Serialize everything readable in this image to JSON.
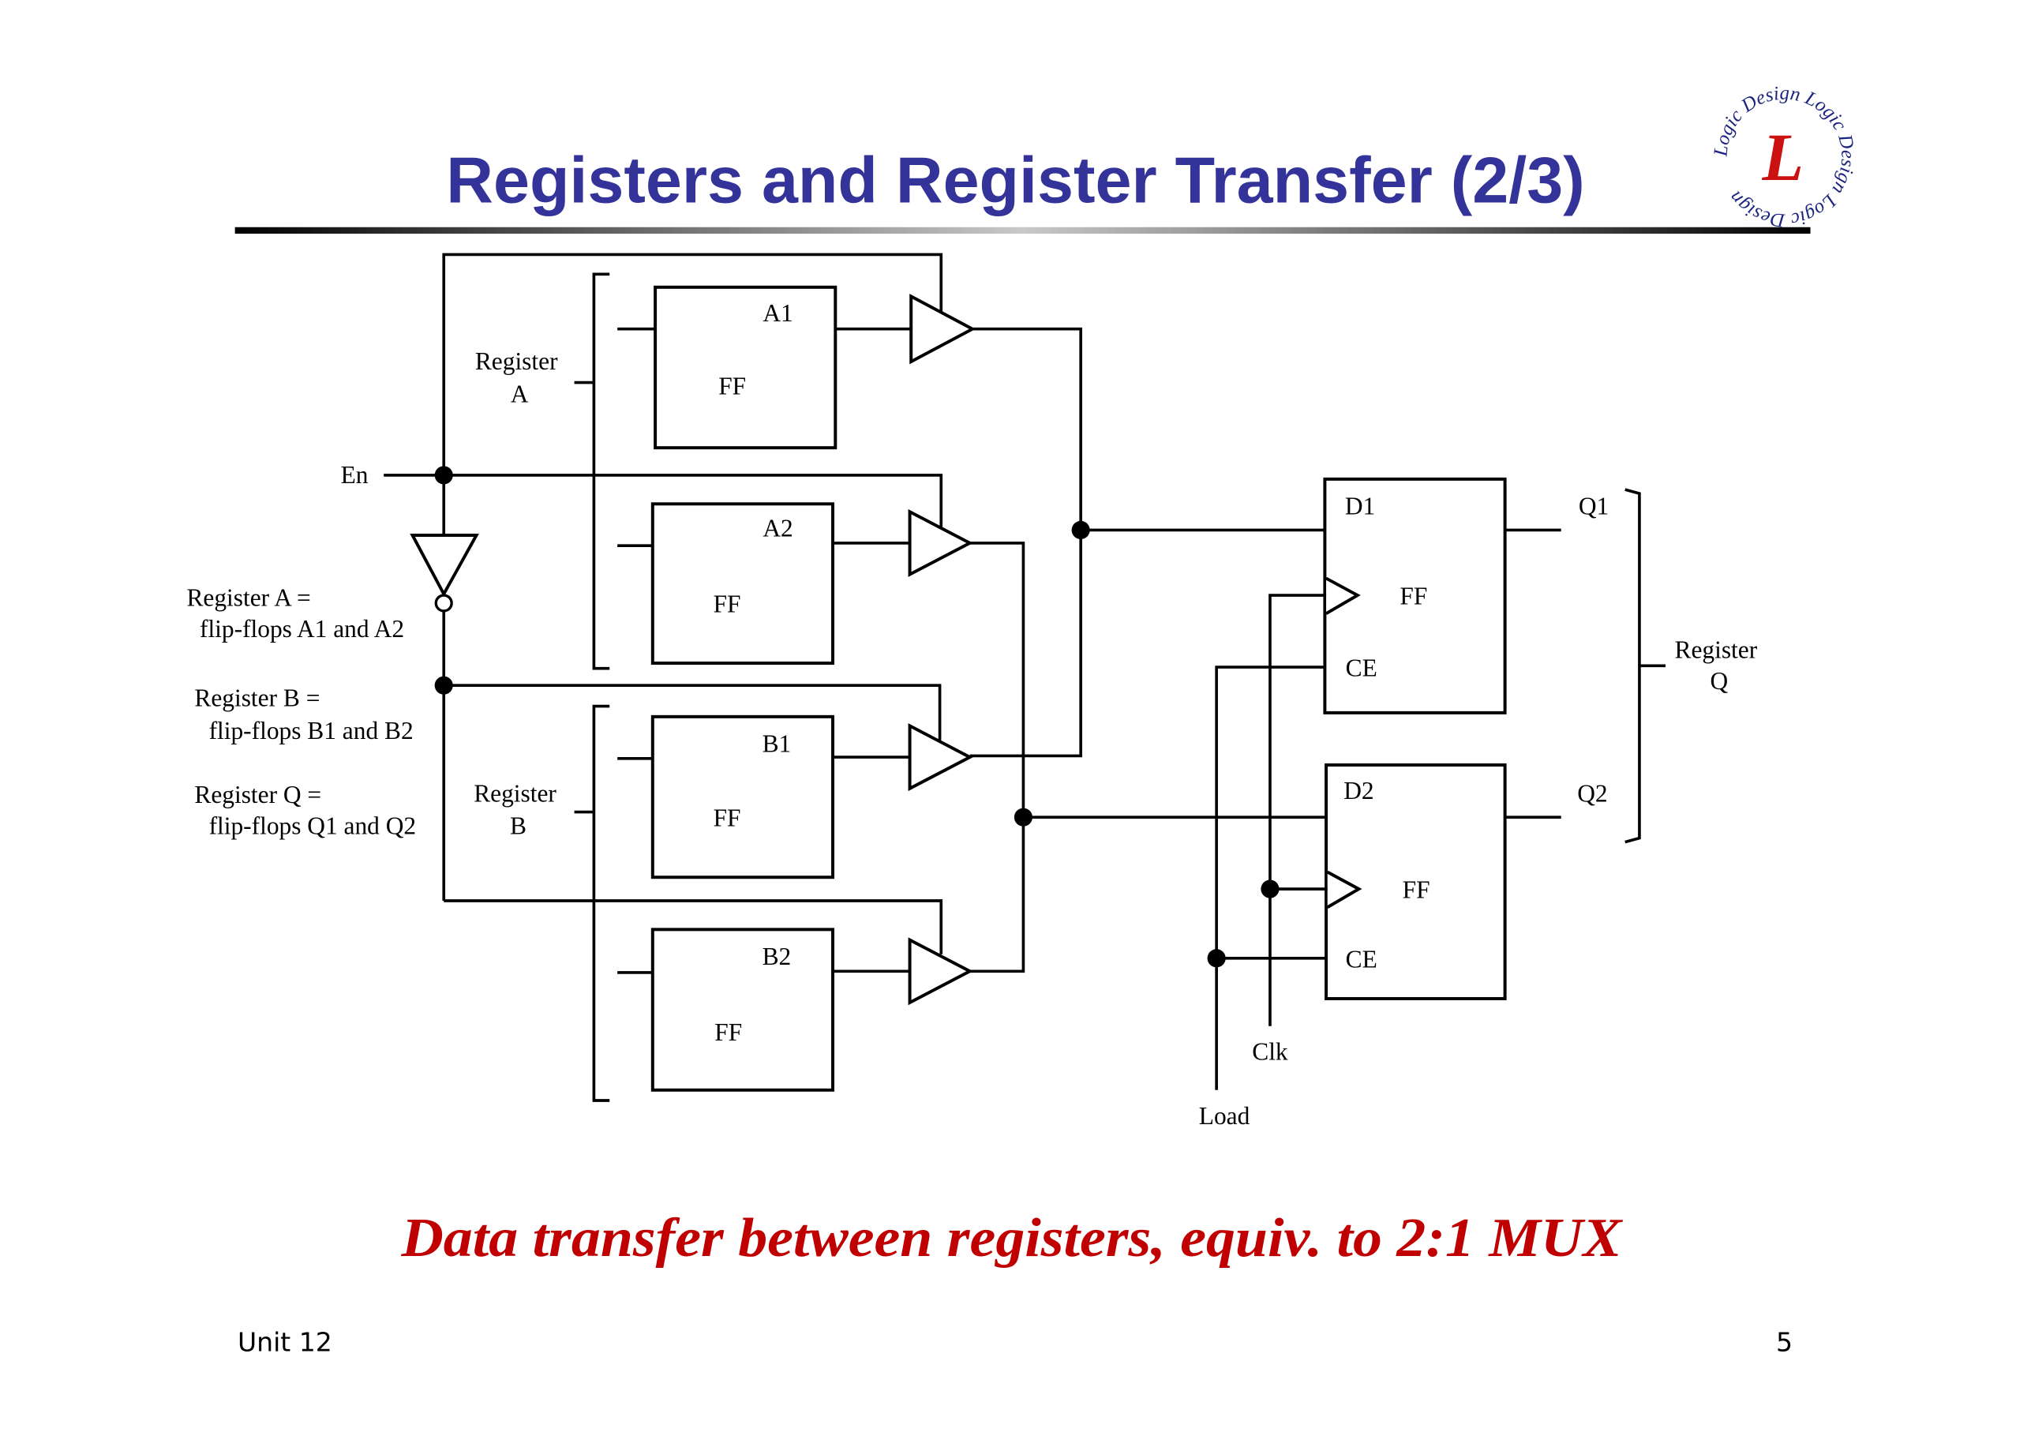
{
  "slide": {
    "title": "Registers and Register Transfer (2/3)",
    "caption": "Data transfer between registers, equiv. to 2:1 MUX",
    "footer_left": "Unit 12",
    "page_number": "5",
    "title_color": "#333399",
    "caption_color": "#c00000"
  },
  "logo": {
    "letter": "L",
    "ring_text": "Logic Design Logic Design Logic Design"
  },
  "diagram": {
    "signals": {
      "en": "En",
      "clk": "Clk",
      "load": "Load"
    },
    "register_a_label": [
      "Register",
      "A"
    ],
    "register_b_label": [
      "Register",
      "B"
    ],
    "register_q_label": [
      "Register",
      "Q"
    ],
    "source_flipflops": [
      {
        "name": "A1",
        "type": "FF"
      },
      {
        "name": "A2",
        "type": "FF"
      },
      {
        "name": "B1",
        "type": "FF"
      },
      {
        "name": "B2",
        "type": "FF"
      }
    ],
    "dest_flipflops": [
      {
        "input": "D1",
        "type": "FF",
        "enable": "CE",
        "output": "Q1"
      },
      {
        "input": "D2",
        "type": "FF",
        "enable": "CE",
        "output": "Q2"
      }
    ],
    "notes": [
      [
        "Register A =",
        "flip-flops A1 and A2"
      ],
      [
        "Register B =",
        "flip-flops B1 and B2"
      ],
      [
        "Register Q =",
        "flip-flops Q1 and Q2"
      ]
    ]
  }
}
